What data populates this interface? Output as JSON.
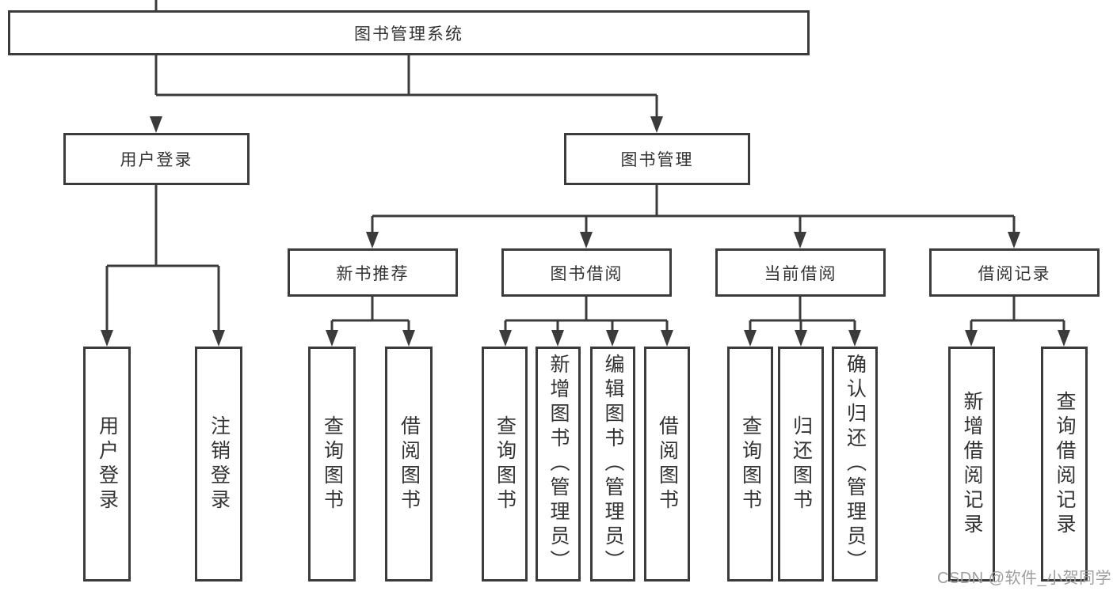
{
  "diagram": {
    "tree": {
      "label": "图书管理系统",
      "children": [
        {
          "label": "用户登录",
          "children": [
            {
              "label": "用户登录"
            },
            {
              "label": "注销登录"
            }
          ]
        },
        {
          "label": "图书管理",
          "children": [
            {
              "label": "新书推荐",
              "children": [
                {
                  "label": "查询图书"
                },
                {
                  "label": "借阅图书"
                }
              ]
            },
            {
              "label": "图书借阅",
              "children": [
                {
                  "label": "查询图书"
                },
                {
                  "label": "新增图书（管理员）"
                },
                {
                  "label": "编辑图书（管理员）"
                },
                {
                  "label": "借阅图书"
                }
              ]
            },
            {
              "label": "当前借阅",
              "children": [
                {
                  "label": "查询图书"
                },
                {
                  "label": "归还图书"
                },
                {
                  "label": "确认归还（管理员）"
                }
              ]
            },
            {
              "label": "借阅记录",
              "children": [
                {
                  "label": "新增借阅记录"
                },
                {
                  "label": "查询借阅记录"
                }
              ]
            }
          ]
        }
      ]
    }
  },
  "watermark": "CSDN @软件_小贺同学",
  "colors": {
    "line": "#3b3b3b",
    "text": "#333333",
    "watermark": "#9e9e9e",
    "background": "#ffffff"
  }
}
